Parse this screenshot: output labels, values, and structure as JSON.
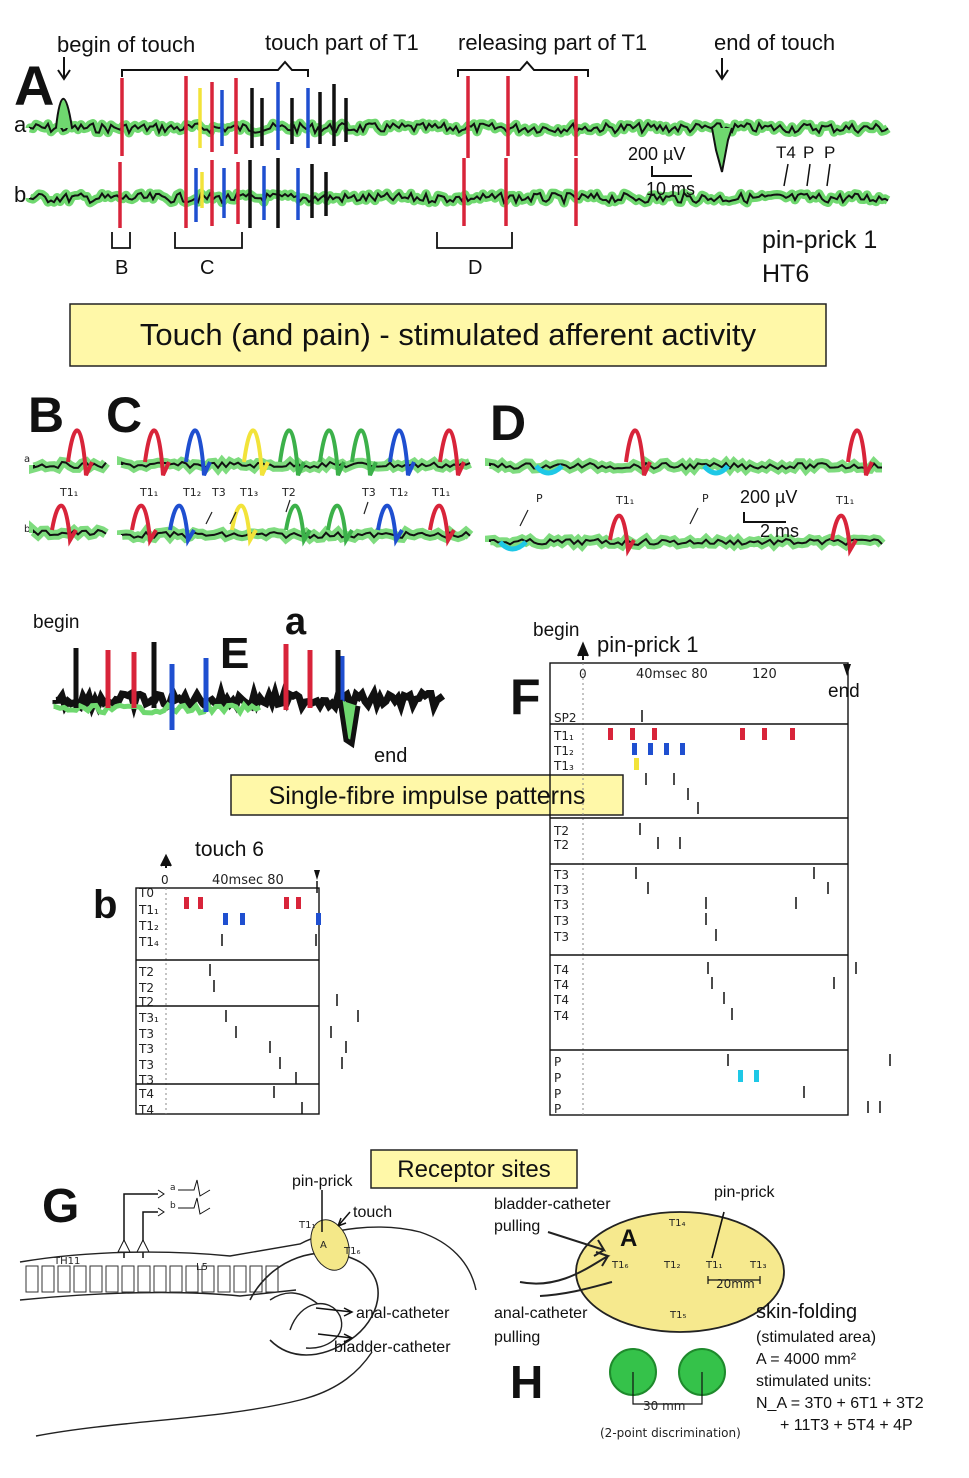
{
  "panel_A": {
    "letter": "A",
    "annotations": {
      "begin": "begin of touch",
      "touch_part": "touch part of T1",
      "releasing_part": "releasing part of T1",
      "end": "end of touch"
    },
    "trace_a": "a",
    "trace_b": "b",
    "scale_voltage": "200 µV",
    "scale_time": "10 ms",
    "markers": [
      "T4",
      "P",
      "P"
    ],
    "brackets": [
      "B",
      "C",
      "D"
    ],
    "stimulus": "pin-prick 1",
    "preparation": "HT6"
  },
  "banner_touch": "Touch (and pain) - stimulated afferent activity",
  "panel_BCD": {
    "letters": [
      "B",
      "C",
      "D"
    ],
    "trace_a": "a",
    "trace_b": "b",
    "labels_B": [
      "T1₁"
    ],
    "labels_C": [
      "T1₁",
      "T1₂",
      "T3",
      "T1₃",
      "T2",
      "T3",
      "T1₂",
      "T1₁"
    ],
    "labels_D": [
      "P",
      "T1₁",
      "P",
      "T1₁"
    ],
    "scale_voltage": "200 µV",
    "scale_time": "2 ms"
  },
  "panel_E": {
    "letter": "E",
    "sub": "a",
    "begin": "begin",
    "end": "end"
  },
  "banner_single": "Single-fibre impulse patterns",
  "panel_Eb": {
    "sub": "b",
    "title": "touch 6",
    "axis": "40msec  80",
    "axis_zero": "0",
    "rows": [
      "T0",
      "T1₁",
      "T1₂",
      "T1₄",
      "T2",
      "T2",
      "T2",
      "T3₁",
      "T3",
      "T3",
      "T3",
      "T3",
      "T4",
      "T4"
    ]
  },
  "panel_F": {
    "letter": "F",
    "begin": "begin",
    "title": "pin-prick 1",
    "axis_zero": "0",
    "axis": "40msec 80",
    "axis_120": "120",
    "end": "end",
    "rows": [
      "SP2",
      "T1₁",
      "T1₂",
      "T1₃",
      "T2",
      "T2",
      "T3",
      "T3",
      "T3",
      "T3",
      "T3",
      "T4",
      "T4",
      "T4",
      "T4",
      "P",
      "P",
      "P",
      "P"
    ]
  },
  "banner_receptor": "Receptor sites",
  "panel_G": {
    "letter": "G",
    "pin_prick": "pin-prick",
    "touch": "touch",
    "anal": "anal-catheter",
    "bladder": "bladder-catheter",
    "th11": "TH11",
    "l5": "L5",
    "a": "a",
    "b": "b",
    "area": "A",
    "t11": "T1₁",
    "t16": "T1₆"
  },
  "panel_H": {
    "letter": "H",
    "pin_prick": "pin-prick",
    "bladder_pull": "bladder-catheter",
    "bladder_pull2": "pulling",
    "anal_pull": "anal-catheter",
    "anal_pull2": "pulling",
    "area_letter": "A",
    "sites": [
      "T1₄",
      "T1₆",
      "T1₂",
      "T1₁",
      "T1₃",
      "T1₅"
    ],
    "dist": "20mm",
    "two_point": "30 mm",
    "two_point_note": "(2-point discrimination)",
    "skin": "skin-folding",
    "stim_area": "(stimulated area)",
    "area_eq": "A = 4000 mm²",
    "units_title": "stimulated units:",
    "units_line1": "N_A = 3T0 + 6T1 + 3T2",
    "units_line2": "+ 11T3 + 5T4 + 4P"
  },
  "colors": {
    "green": "#5fd35f",
    "red": "#d8243a",
    "blue": "#1f4fd0",
    "yellow": "#f2e33a",
    "cyan": "#1ec8e6",
    "banner": "#fff8a8"
  }
}
